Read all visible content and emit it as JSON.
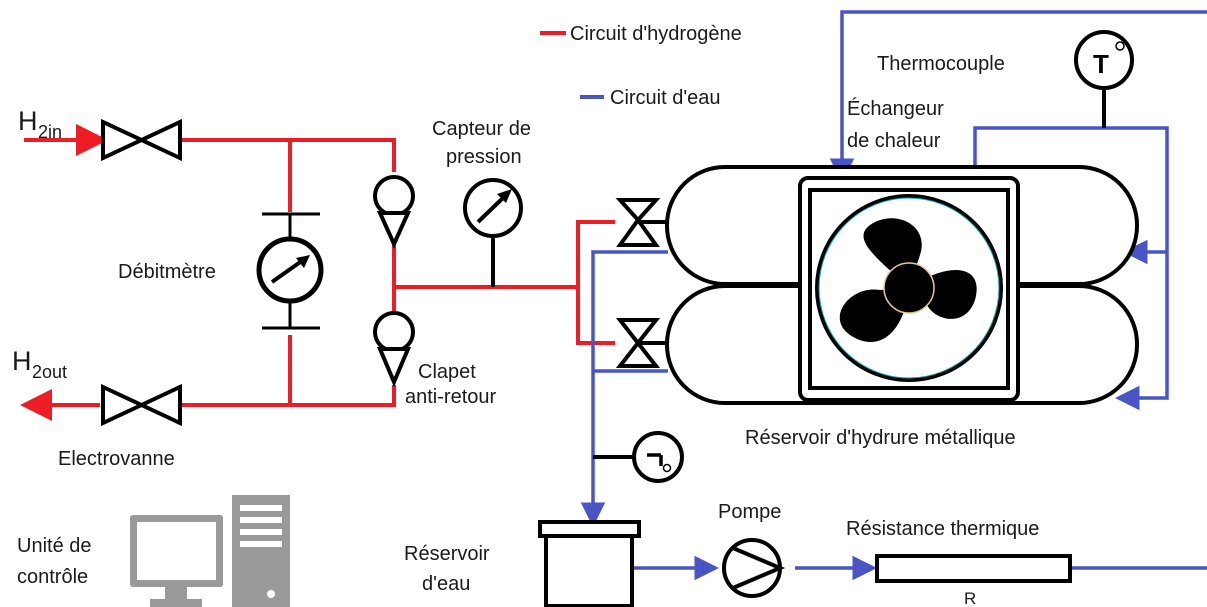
{
  "labels": {
    "legend_hydrogen": "Circuit d'hydrogène",
    "legend_water": "Circuit d'eau",
    "h2_in_main": "H",
    "h2_in_sub": "2in",
    "h2_out_main": "H",
    "h2_out_sub": "2out",
    "flowmeter": "Débitmètre",
    "pressure_sensor_l1": "Capteur de",
    "pressure_sensor_l2": "pression",
    "check_valve_l1": "Clapet",
    "check_valve_l2": "anti-retour",
    "solenoid_valve": "Electrovanne",
    "thermocouple": "Thermocouple",
    "thermocouple_symbol": "T",
    "heat_exchanger_l1": "Échangeur",
    "heat_exchanger_l2": "de chaleur",
    "hydride_tank": "Réservoir d'hydrure métallique",
    "water_tank_l1": "Réservoir",
    "water_tank_l2": "d'eau",
    "pump": "Pompe",
    "thermal_resistance": "Résistance thermique",
    "resistance_symbol": "R",
    "control_unit_l1": "Unité de",
    "control_unit_l2": "contrôle"
  },
  "colors": {
    "hydrogen_circuit": "#ee1c24",
    "water_circuit": "#4a55c5"
  }
}
